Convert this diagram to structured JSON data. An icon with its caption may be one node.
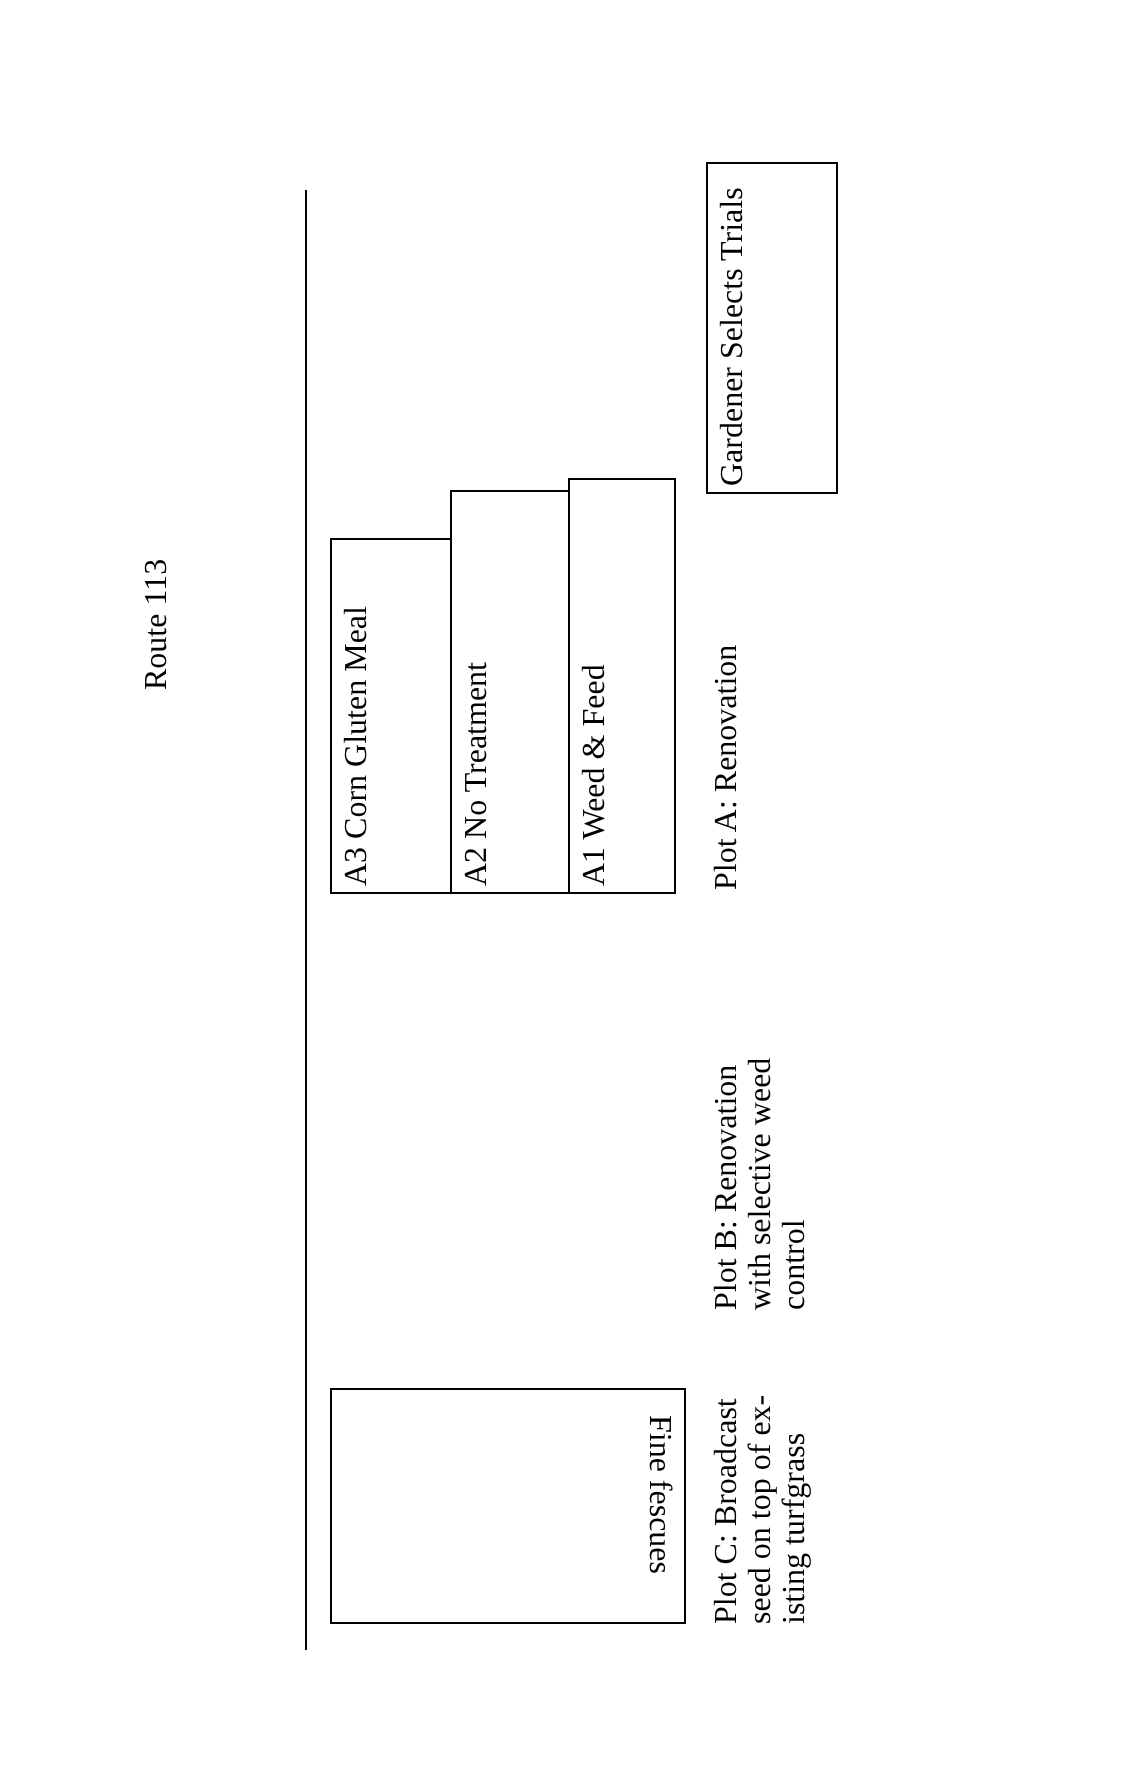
{
  "diagram": {
    "nodes": [
      {
        "text": [
          "Fine fescues"
        ]
      },
      {
        "text": [
          "A3 Corn Gluten Meal"
        ]
      },
      {
        "text": [
          "A2 No Treatment"
        ]
      },
      {
        "text": [
          "A1 Weed & Feed"
        ]
      },
      {
        "text": [
          "Gardener Selects Trials"
        ]
      }
    ],
    "labels": [
      "Route 113",
      "Plot A: Renovation",
      "Plot B: Renovation with selective weed control",
      "Plot C: Broadcast seed on top of ex- isting turfgrass"
    ]
  }
}
